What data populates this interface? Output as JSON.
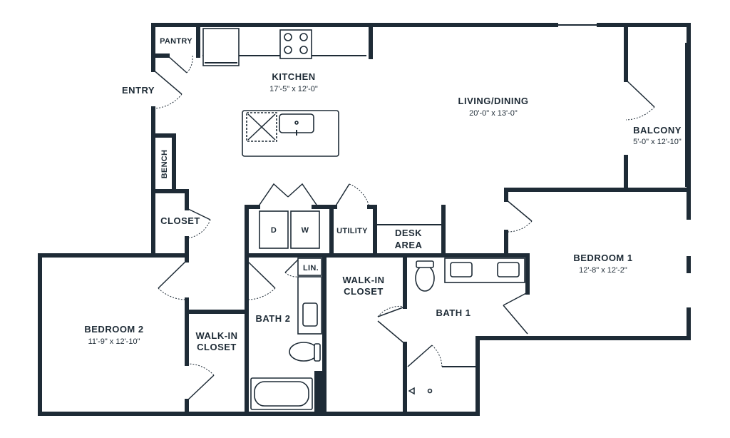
{
  "rooms": {
    "pantry": {
      "name": "PANTRY"
    },
    "kitchen": {
      "name": "KITCHEN",
      "dims": "17'-5\" x 12'-0\""
    },
    "entry": {
      "name": "ENTRY"
    },
    "living": {
      "name": "LIVING/DINING",
      "dims": "20'-0\" x 13'-0\""
    },
    "balcony": {
      "name": "BALCONY",
      "dims": "5'-0\" x 12'-10\""
    },
    "bench": {
      "name": "BENCH"
    },
    "closet": {
      "name": "CLOSET"
    },
    "dw": {
      "name": "D"
    },
    "washer": {
      "name": "W"
    },
    "utility": {
      "name": "UTILITY"
    },
    "desk": {
      "line1": "DESK",
      "line2": "AREA"
    },
    "bedroom1": {
      "name": "BEDROOM 1",
      "dims": "12'-8\" x 12'-2\""
    },
    "bedroom2": {
      "name": "BEDROOM 2",
      "dims": "11'-9\" x 12'-10\""
    },
    "linen": {
      "name": "LIN."
    },
    "bath2": {
      "name": "BATH 2"
    },
    "walkin1": {
      "line1": "WALK-IN",
      "line2": "CLOSET"
    },
    "walkin2": {
      "line1": "WALK-IN",
      "line2": "CLOSET"
    },
    "bath1": {
      "name": "BATH 1"
    }
  },
  "colors": {
    "wall": "#1e2b36",
    "background": "#ffffff"
  }
}
